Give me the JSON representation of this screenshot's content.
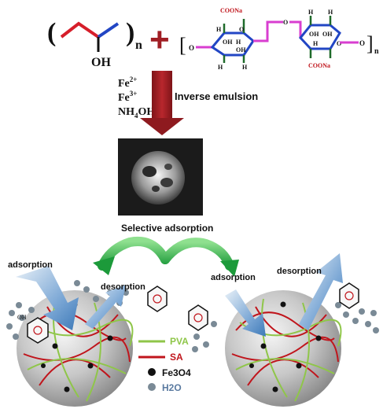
{
  "monomer_pva": {
    "subscript": "n",
    "substituent": "OH"
  },
  "plus_sign": "+",
  "monomer_sa": {
    "top_group": "COONa",
    "bottom_group": "COONa",
    "oxygen": "O",
    "h": "H",
    "oh": "OH",
    "subscript": "n"
  },
  "reagents": {
    "fe2": "Fe",
    "fe2_sup": "2+",
    "fe3": "Fe",
    "fe3_sup": "3+",
    "nh4": "NH",
    "nh4_sub": "4",
    "oh": "OH"
  },
  "process_label": "Inverse emulsion",
  "selective_label": "Selective adsorption",
  "left_bead": {
    "adsorption": "adsorption",
    "desorption": "desorption"
  },
  "right_bead": {
    "adsorption": "adsorption",
    "desorption": "desorption"
  },
  "legend": [
    {
      "label": "PVA",
      "color": "#8fc649"
    },
    {
      "label": "SA",
      "color": "#c0151c"
    },
    {
      "label": "Fe3O4",
      "color": "#111111"
    },
    {
      "label": "H2O",
      "color": "#7a8a96"
    }
  ],
  "colors": {
    "arrow": "#a11f24",
    "green_arrow": "#2bb34a",
    "blue_arrow": "#5a96cf"
  }
}
